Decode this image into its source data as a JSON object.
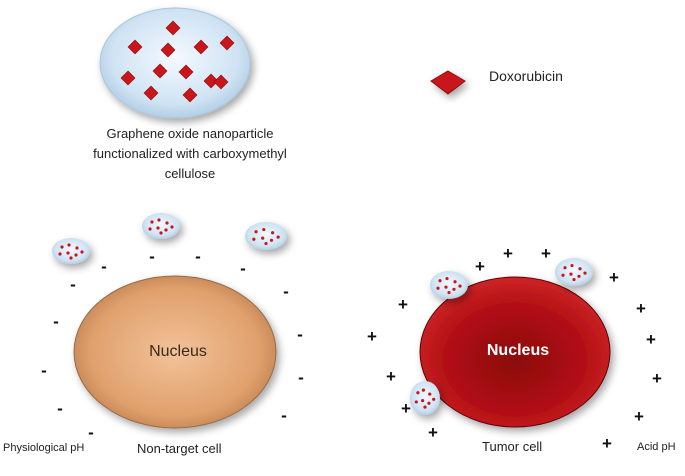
{
  "legend": {
    "drug_label": "Doxorubicin"
  },
  "nanoparticle": {
    "caption_lines": [
      "Graphene oxide nanoparticle",
      "functionalized with carboxymethyl",
      "cellulose"
    ]
  },
  "non_target_cell": {
    "nucleus_label": "Nucleus",
    "cell_label": "Non-target cell",
    "environment_label": "Physiological pH",
    "charge_symbol": "-"
  },
  "tumor_cell": {
    "nucleus_label": "Nucleus",
    "cell_label": "Tumor cell",
    "environment_label": "Acid pH",
    "charge_symbol": "+"
  },
  "colors": {
    "drug": "#c8161b",
    "nanoparticle_fill": "#cfe3f3",
    "non_target_nucleus": "#e8a877",
    "tumor_nucleus": "#b00d12"
  }
}
